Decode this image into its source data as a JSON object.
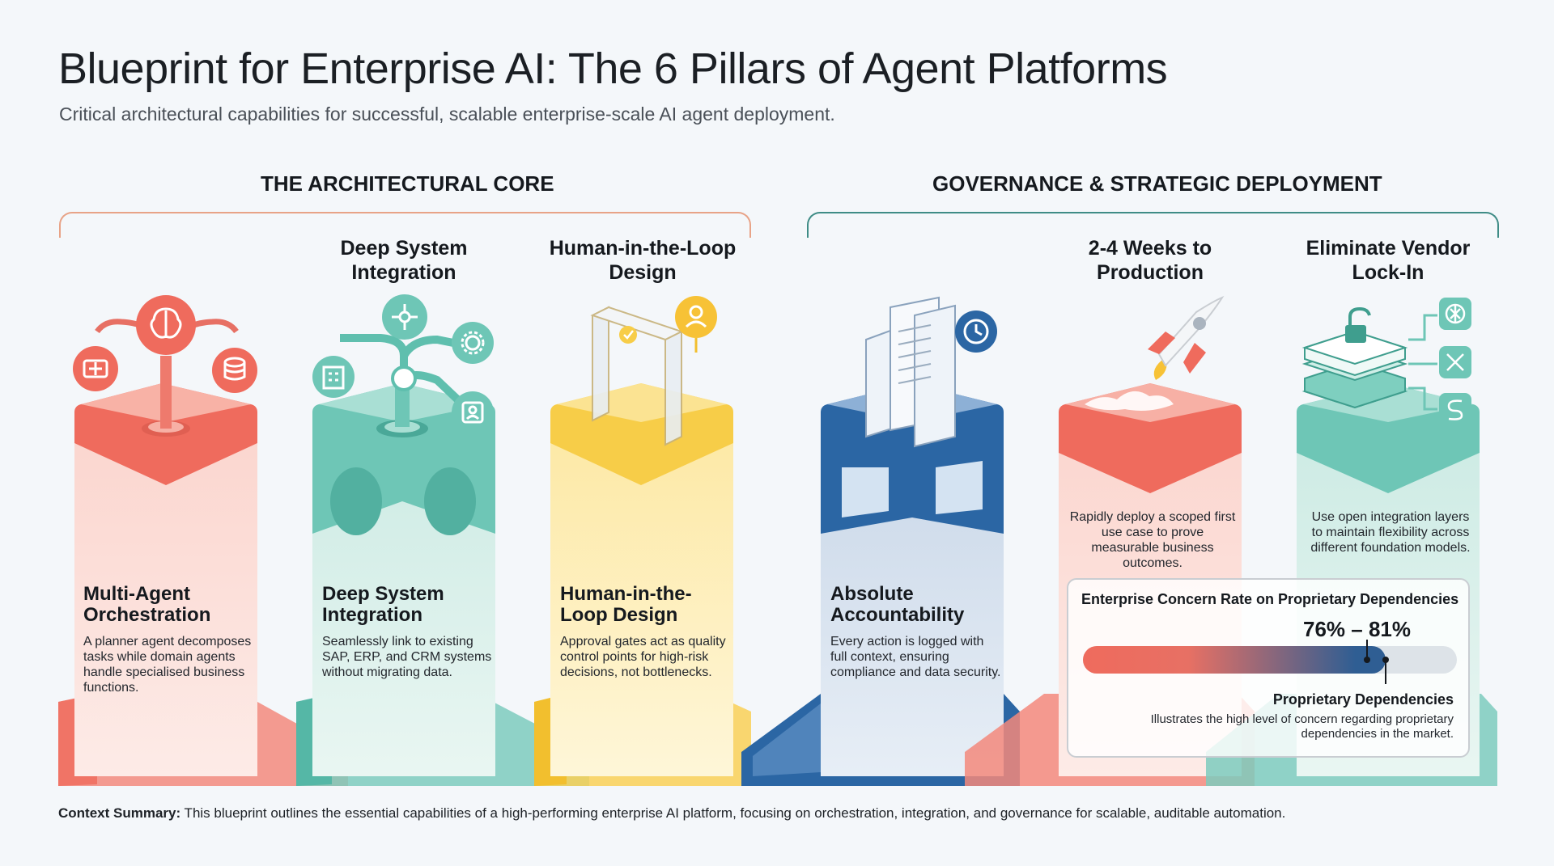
{
  "header": {
    "title": "Blueprint for Enterprise AI: The 6 Pillars of Agent Platforms",
    "subtitle": "Critical architectural capabilities for successful, scalable enterprise-scale AI agent deployment."
  },
  "sections": [
    {
      "heading": "THE ARCHITECTURAL CORE",
      "color": "#e88f73"
    },
    {
      "heading": "GOVERNANCE & STRATEGIC DEPLOYMENT",
      "color": "#2f8a80"
    }
  ],
  "pillars": [
    {
      "top_label": "",
      "name": "Multi-Agent Orchestration",
      "description": "A planner agent decomposes tasks while domain agents handle specialised business functions.",
      "color": "#ef6b5d",
      "icons": [
        "brain-icon",
        "workflow-icon",
        "database-icon"
      ]
    },
    {
      "top_label": "Deep System Integration",
      "name": "Deep System Integration",
      "description": "Seamlessly link to existing SAP, ERP, and CRM systems without migrating data.",
      "color": "#6ec6b6",
      "icons": [
        "hub-icon",
        "gear-icon",
        "building-icon",
        "contact-card-icon"
      ]
    },
    {
      "top_label": "Human-in-the-Loop Design",
      "name": "Human-in-the-Loop Design",
      "description": "Approval gates act as quality control points for high-risk decisions, not bottlenecks.",
      "color": "#f7cd48",
      "icons": [
        "approval-gate-icon",
        "user-icon"
      ]
    },
    {
      "top_label": "",
      "name": "Absolute Accountability",
      "description": "Every action is logged with full context, ensuring compliance and data security.",
      "color": "#2b66a4",
      "icons": [
        "log-document-icon",
        "clock-icon"
      ]
    },
    {
      "top_label": "2-4 Weeks to Production",
      "name": "",
      "description": "Rapidly deploy a scoped first use case to prove measurable business outcomes.",
      "color": "#ef6b5d",
      "icons": [
        "rocket-icon"
      ]
    },
    {
      "top_label": "Eliminate Vendor Lock-In",
      "name": "",
      "description": "Use open integration layers to maintain flexibility across different foundation models.",
      "color": "#6ec6b6",
      "icons": [
        "unlock-icon",
        "openai-icon",
        "model-x-icon",
        "model-s-icon"
      ]
    }
  ],
  "stat": {
    "title": "Enterprise Concern Rate on Proprietary Dependencies",
    "range_label": "76% – 81%",
    "low": 76,
    "high": 81,
    "label": "Proprietary Dependencies",
    "note": "Illustrates the high level of concern regarding proprietary dependencies in the market."
  },
  "footer": {
    "label": "Context Summary:",
    "text": " This blueprint outlines the essential capabilities of a high-performing enterprise AI platform, focusing on orchestration, integration, and governance for scalable, auditable automation."
  }
}
